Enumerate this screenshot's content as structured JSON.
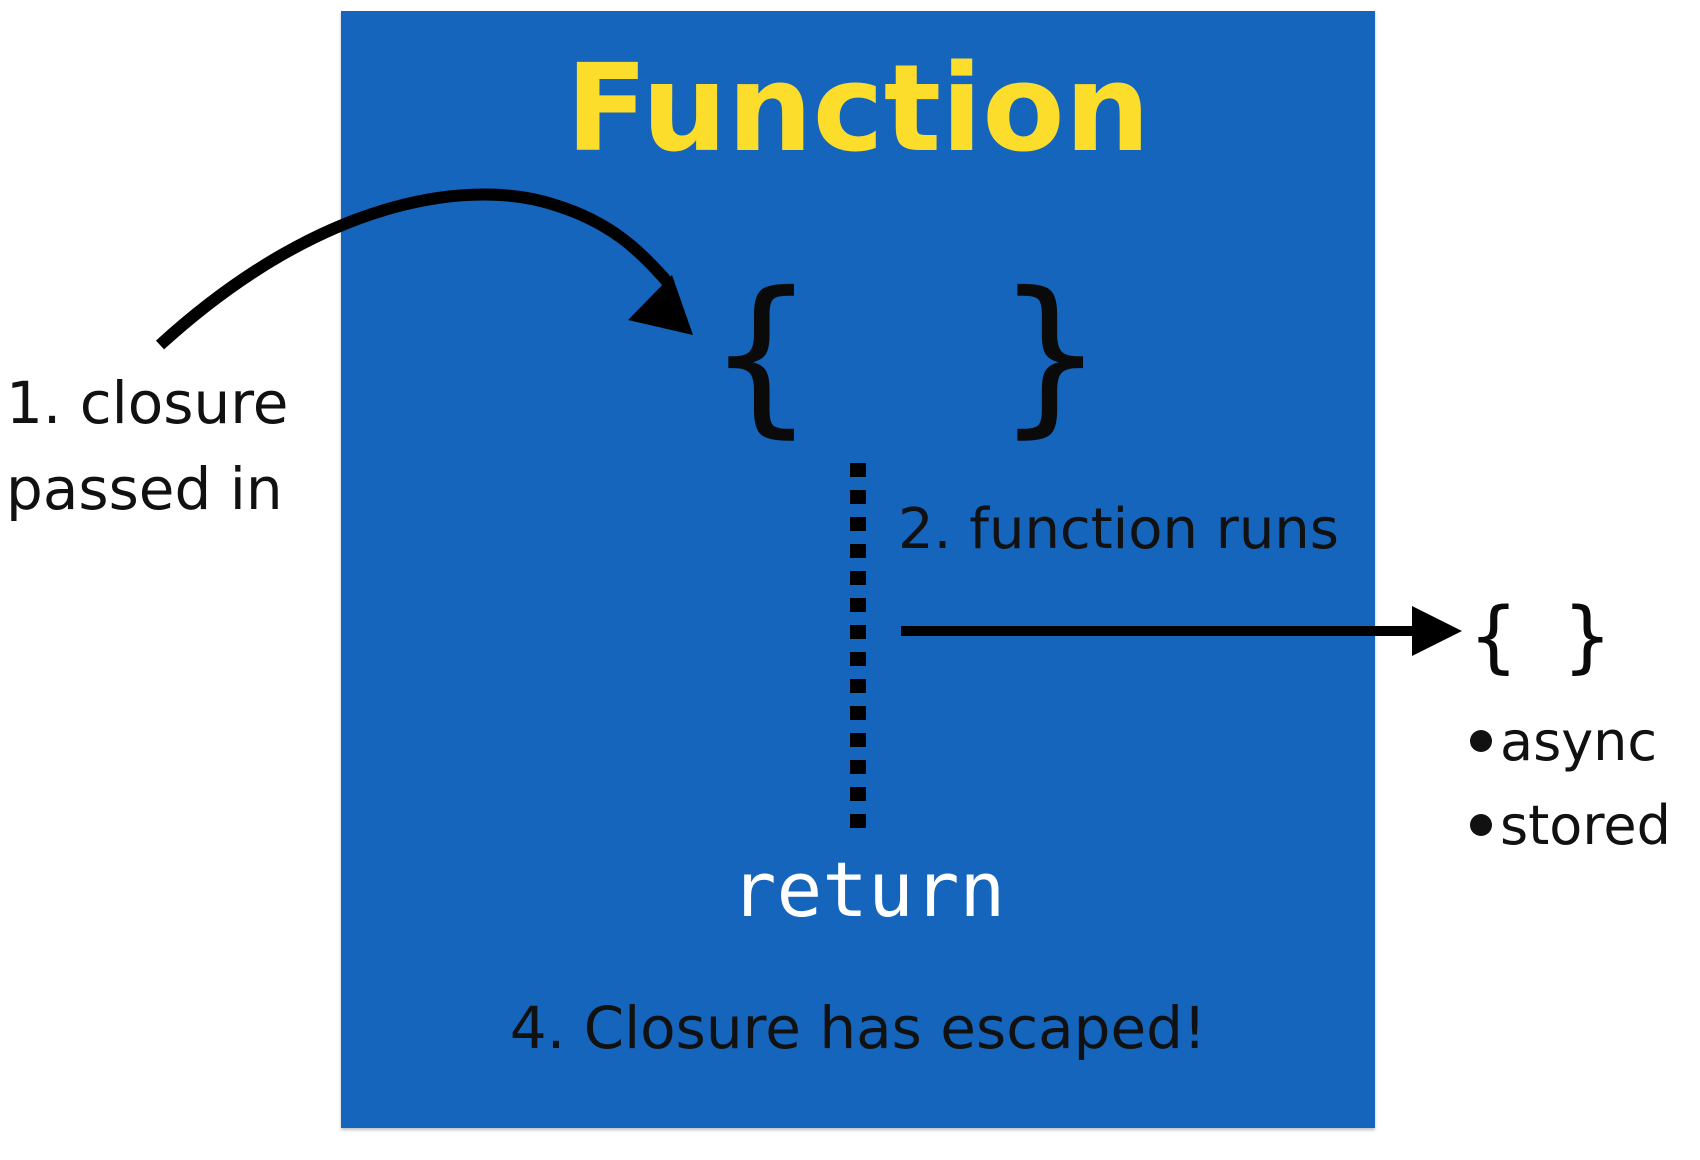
{
  "diagram": {
    "title": "Function",
    "step1": {
      "line1": "1. closure",
      "line2": "passed in"
    },
    "closure_symbol": "{  }",
    "step2": "2. function runs",
    "return_keyword": "return",
    "step4": "4. Closure has escaped!",
    "escaped_symbol": "{ }",
    "escape_reasons": [
      "async",
      "stored"
    ],
    "colors": {
      "box": "#1565BC",
      "title": "#FDDD2B",
      "return_text": "#FFFFFF",
      "arrows": "#000000"
    }
  }
}
